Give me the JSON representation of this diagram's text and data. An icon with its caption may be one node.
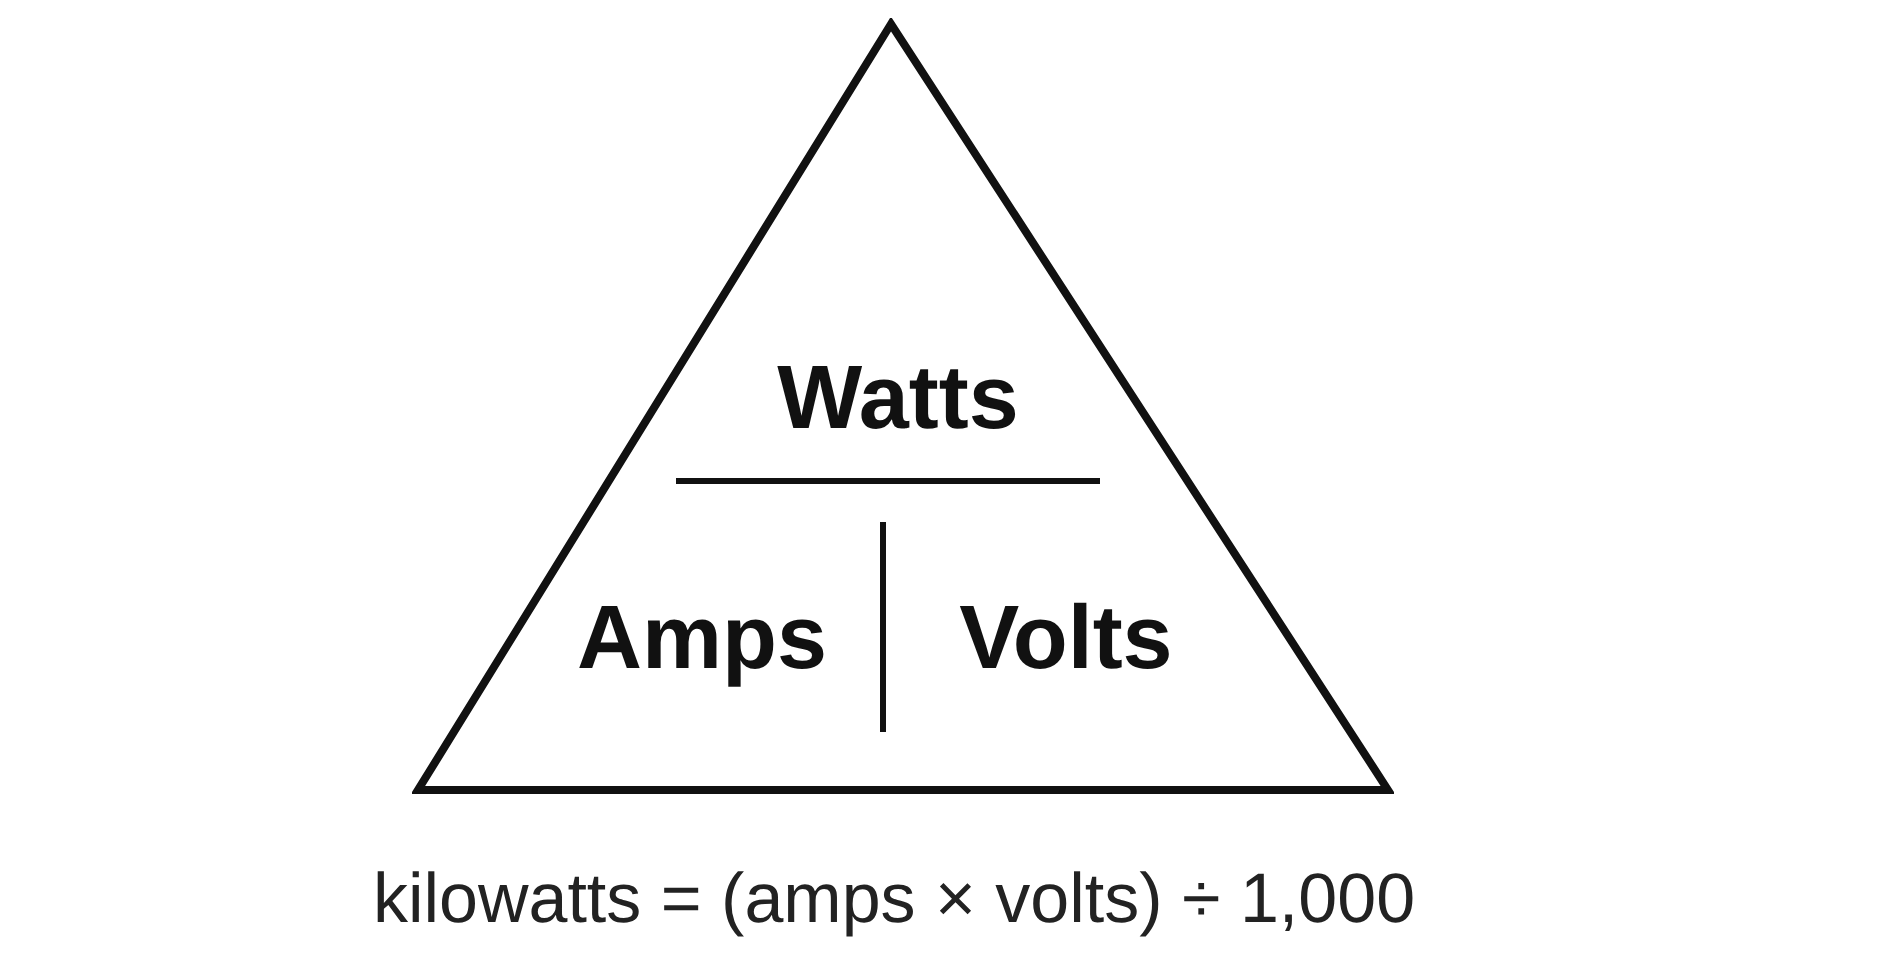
{
  "diagram": {
    "caption": "kilowatts = (amps × volts) ÷ 1,000",
    "nodes": [
      {
        "text": [
          "Watts",
          "Amps",
          "Volts"
        ]
      }
    ]
  }
}
